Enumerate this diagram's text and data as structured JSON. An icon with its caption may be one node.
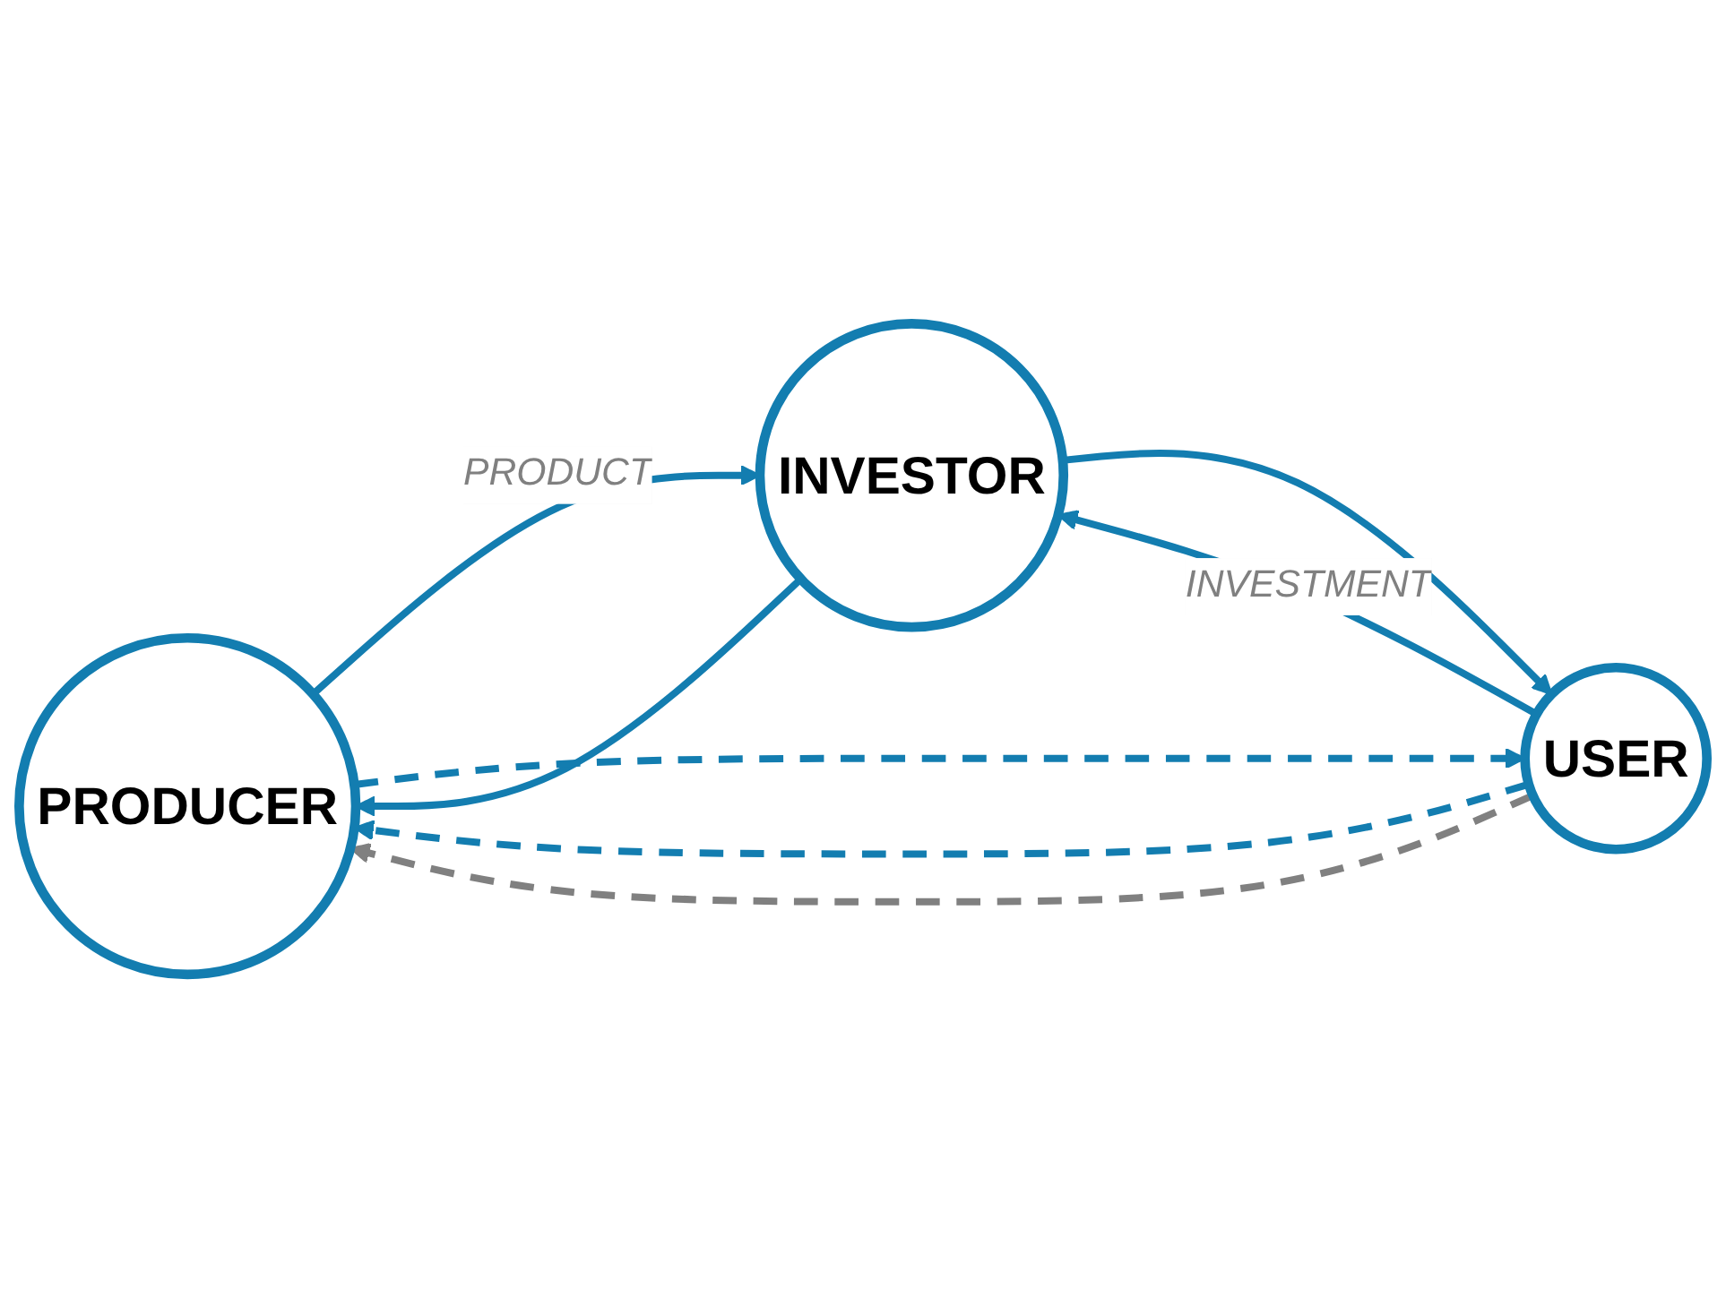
{
  "diagram": {
    "nodes": [
      {
        "text": [
          "PRODUCER"
        ]
      },
      {
        "text": [
          "INVESTOR"
        ]
      },
      {
        "text": [
          "USER"
        ]
      }
    ],
    "edges": [
      {
        "from": 0,
        "to": 1,
        "arrow": "to",
        "label": "PRODUCT"
      },
      {
        "from": 1,
        "to": 0,
        "arrow": "to"
      },
      {
        "from": 0,
        "to": 2,
        "arrow": "to",
        "style": "dashed"
      },
      {
        "from": 2,
        "to": 0,
        "arrow": "to",
        "style": "dashed"
      },
      {
        "from": 2,
        "to": 0,
        "arrow": "to",
        "style": "dashed",
        "color": "#808080"
      },
      {
        "from": 1,
        "to": 2,
        "arrow": "to"
      },
      {
        "from": 2,
        "to": 1,
        "arrow": "to",
        "label": "INVESTMENT"
      }
    ]
  }
}
